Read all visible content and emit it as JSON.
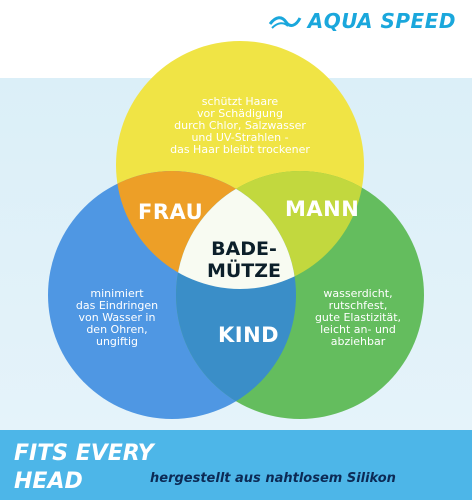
{
  "brand": {
    "name": "AQUA SPEED",
    "icon": "wave-icon",
    "color": "#1aa7dc"
  },
  "colors": {
    "yellow": "#f0e445",
    "blue": "#4f97e3",
    "green": "#64bd5e",
    "orange": "#ed9f27",
    "yellow_green": "#c2d83e",
    "teal_blue": "#3a8ec8",
    "center": "#f8fbf2",
    "bottom_band": "#4db6e8"
  },
  "venn": {
    "center": {
      "line1": "BADE-",
      "line2": "MÜTZE"
    },
    "labels": {
      "woman": "FRAU",
      "man": "MANN",
      "child": "KIND"
    },
    "yellow_text": [
      "schützt Haare",
      "vor Schädigung",
      "durch Chlor, Salzwasser",
      "und UV-Strahlen -",
      "das Haar bleibt trockener"
    ],
    "blue_text": [
      "minimiert",
      "das Eindringen",
      "von Wasser in",
      "den Ohren,",
      "ungiftig"
    ],
    "green_text": [
      "wasserdicht,",
      "rutschfest,",
      "gute Elastizität,",
      "leicht an- und",
      "abziehbar"
    ]
  },
  "footer": {
    "headline_line1": "FITS EVERY",
    "headline_line2": "HEAD",
    "tagline": "hergestellt aus nahtlosem Silikon"
  }
}
